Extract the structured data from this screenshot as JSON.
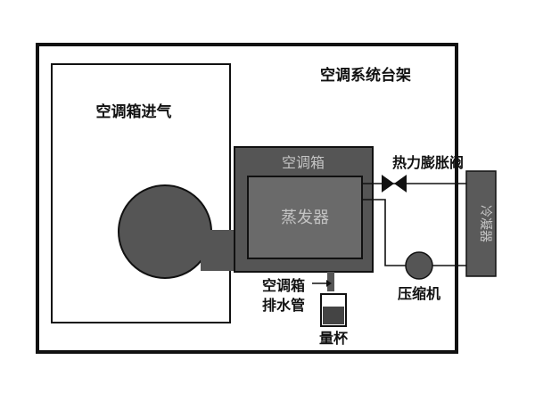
{
  "labels": {
    "test_bench": "空调系统台架",
    "ac_box_intake": "空调箱进气",
    "ac_box": "空调箱",
    "evaporator": "蒸发器",
    "thermal_expansion_valve": "热力膨胀阀",
    "condenser": "冷凝器",
    "compressor": "压缩机",
    "drain_pipe_line1": "空调箱",
    "drain_pipe_line2": "排水管",
    "measuring_cup": "量杯"
  },
  "colors": {
    "outline": "#111111",
    "component_fill": "#555555",
    "evaporator_fill": "#6a6a6a",
    "condenser_fill": "#5a5a5a",
    "light_text": "#c4c4c4",
    "background": "#ffffff"
  }
}
